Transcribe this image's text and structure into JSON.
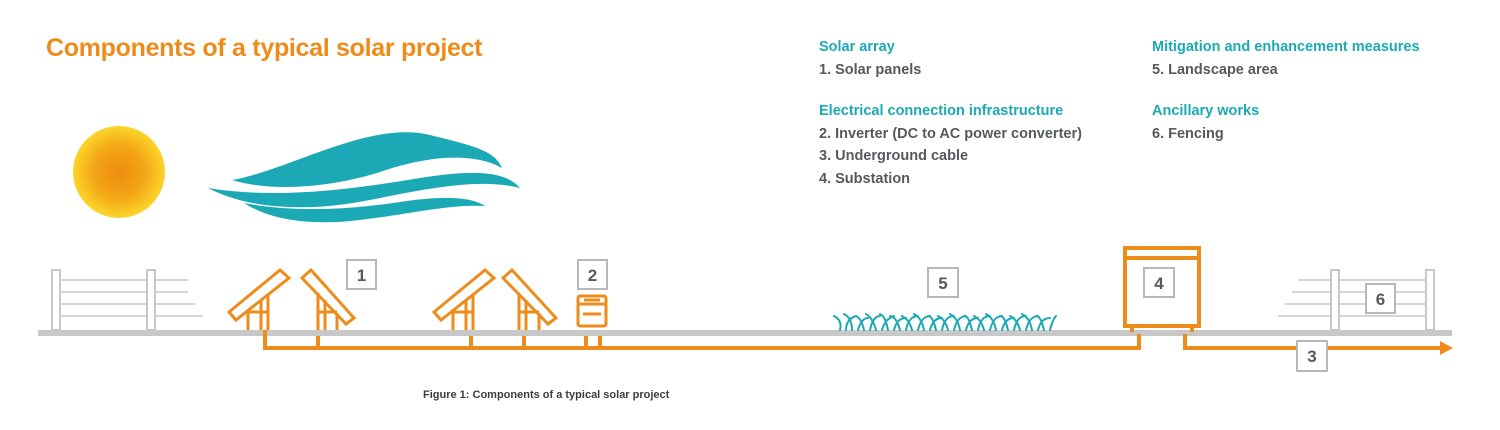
{
  "title": "Components of a typical solar project",
  "legend": [
    {
      "heading": "Solar array",
      "items": [
        "1. Solar panels"
      ]
    },
    {
      "heading": "Electrical connection infrastructure",
      "items": [
        "2. Inverter (DC to AC power converter)",
        "3. Underground cable",
        "4. Substation"
      ]
    },
    {
      "heading": "Mitigation and enhancement measures",
      "items": [
        "5. Landscape area"
      ]
    },
    {
      "heading": "Ancillary works",
      "items": [
        "6. Fencing"
      ]
    }
  ],
  "markers": [
    "1",
    "2",
    "3",
    "4",
    "5",
    "6"
  ],
  "caption": "Figure 1: Components of a typical solar project",
  "colors": {
    "orange": "#EE8C1B",
    "teal": "#1BAAB5",
    "grey": "#c8c8c8",
    "text_grey": "#555a5e"
  },
  "icons": [
    "sun-icon",
    "wind-icon",
    "solar-panel-icon",
    "inverter-icon",
    "grass-icon",
    "substation-icon",
    "fence-icon",
    "arrow-icon"
  ]
}
